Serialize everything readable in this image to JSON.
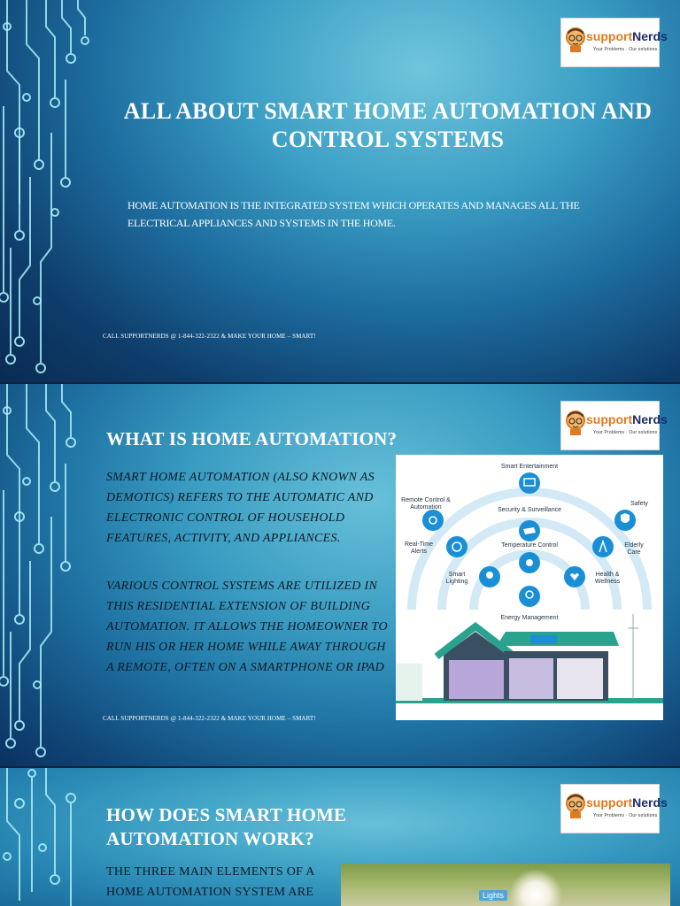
{
  "logo": {
    "brand_part1": "support",
    "brand_part2": "Nerds",
    "tagline": "Your Problems · Our solutions"
  },
  "slide1": {
    "title": "ALL ABOUT SMART HOME AUTOMATION AND CONTROL SYSTEMS",
    "body": "HOME AUTOMATION IS THE INTEGRATED SYSTEM WHICH OPERATES AND MANAGES ALL THE ELECTRICAL APPLIANCES AND SYSTEMS IN THE HOME.",
    "footer": "CALL SUPPORTNERDS @ 1-844-322-2322 & MAKE YOUR HOME – SMART!"
  },
  "slide2": {
    "title": "WHAT IS HOME AUTOMATION?",
    "para1": "SMART HOME AUTOMATION (ALSO KNOWN AS DEMOTICS) REFERS TO THE AUTOMATIC AND ELECTRONIC CONTROL OF HOUSEHOLD FEATURES, ACTIVITY, AND APPLIANCES.",
    "para2": "VARIOUS CONTROL SYSTEMS ARE UTILIZED IN THIS RESIDENTIAL EXTENSION OF BUILDING AUTOMATION. IT ALLOWS THE HOMEOWNER TO RUN HIS OR HER HOME WHILE AWAY THROUGH A REMOTE, OFTEN ON A SMARTPHONE OR IPAD",
    "footer": "CALL SUPPORTNERDS @ 1-844-322-2322 & MAKE YOUR HOME – SMART!",
    "infographic": {
      "smart_entertainment": "Smart Entertainment",
      "remote_control": "Remote Control & Automation",
      "security": "Security & Surveillance",
      "safety": "Safety",
      "real_time_alerts": "Real-Time Alerts",
      "temperature_control": "Temperature Control",
      "elderly_care": "Elderly Care",
      "smart_lighting": "Smart Lighting",
      "health_wellness": "Health & Wellness",
      "energy_management": "Energy Management"
    }
  },
  "slide3": {
    "title": "HOW DOES SMART HOME AUTOMATION WORK?",
    "body": "THE THREE MAIN ELEMENTS OF A HOME AUTOMATION SYSTEM ARE SENSORS, CONTROLLERS AND",
    "photo_tag": "Lights"
  },
  "colors": {
    "accent_orange": "#e07a1f",
    "brand_navy": "#1c2c6c",
    "icon_blue": "#1a8fd6",
    "house_green": "#2aa38e"
  }
}
